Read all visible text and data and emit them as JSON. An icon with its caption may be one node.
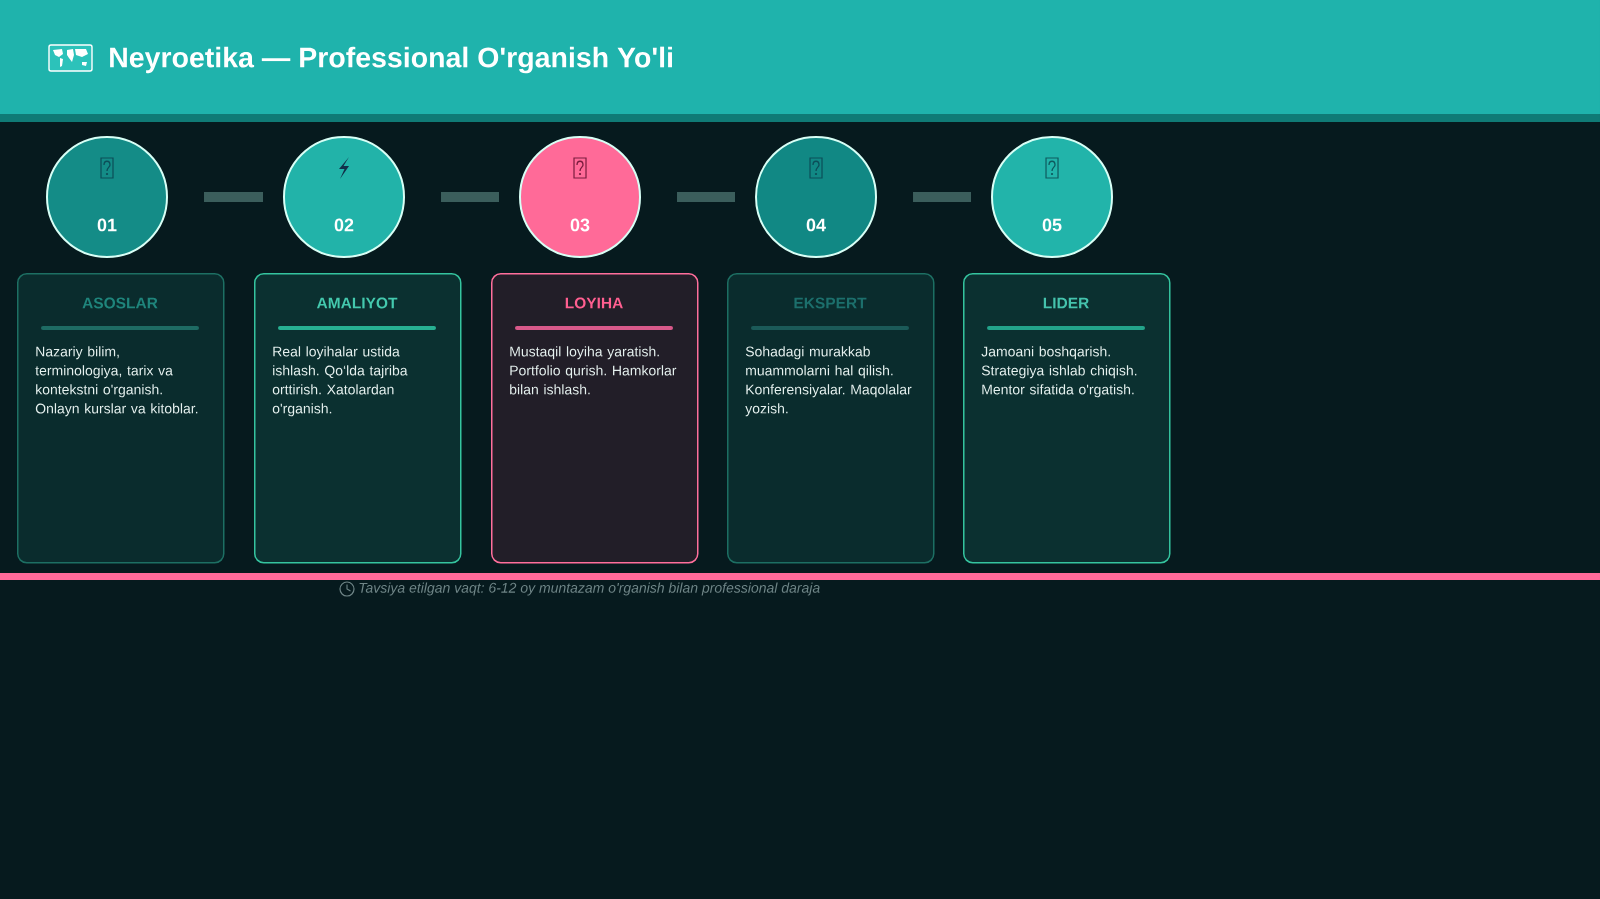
{
  "diagram": {
    "title": "Neyroetika — Professional O'rganish Yo'li",
    "nodes": [
      {
        "text": [
          "01"
        ]
      },
      {
        "text": [
          "02"
        ]
      },
      {
        "text": [
          "03"
        ]
      },
      {
        "text": [
          "04"
        ]
      },
      {
        "text": [
          "05"
        ]
      },
      {
        "text": [
          "ASOSLAR",
          "Nazariy bilim, terminologiya, tarix va kontekstni o'rganish. Onlayn kurslar va kitoblar."
        ]
      },
      {
        "text": [
          "AMALIYOT",
          "Real loyihalar ustida ishlash. Qo‘lda tajriba orttirish. Xatolardan o'rganish."
        ]
      },
      {
        "text": [
          "LOYIHA",
          "Mustaqil loyiha yaratish. Portfolio qurish. Hamkorlar bilan ishlash."
        ]
      },
      {
        "text": [
          "EKSPERT",
          "Sohadagi murakkab muammolarni hal qilish. Konferensiyalar. Maqolalar yozish."
        ]
      },
      {
        "text": [
          "LIDER",
          "Jamoani boshqarish. Strategiya ishlab chiqish. Mentor sifatida o'rgatish."
        ]
      }
    ],
    "edges": [
      {
        "from": 0,
        "to": 1,
        "arrow": "none"
      },
      {
        "from": 1,
        "to": 2,
        "arrow": "none"
      },
      {
        "from": 2,
        "to": 3,
        "arrow": "none"
      },
      {
        "from": 3,
        "to": 4,
        "arrow": "none"
      }
    ],
    "labels": [
      "Tavsiya etilgan vaqt: 6-12 oy muntazam o'rganish bilan professional daraja"
    ]
  }
}
